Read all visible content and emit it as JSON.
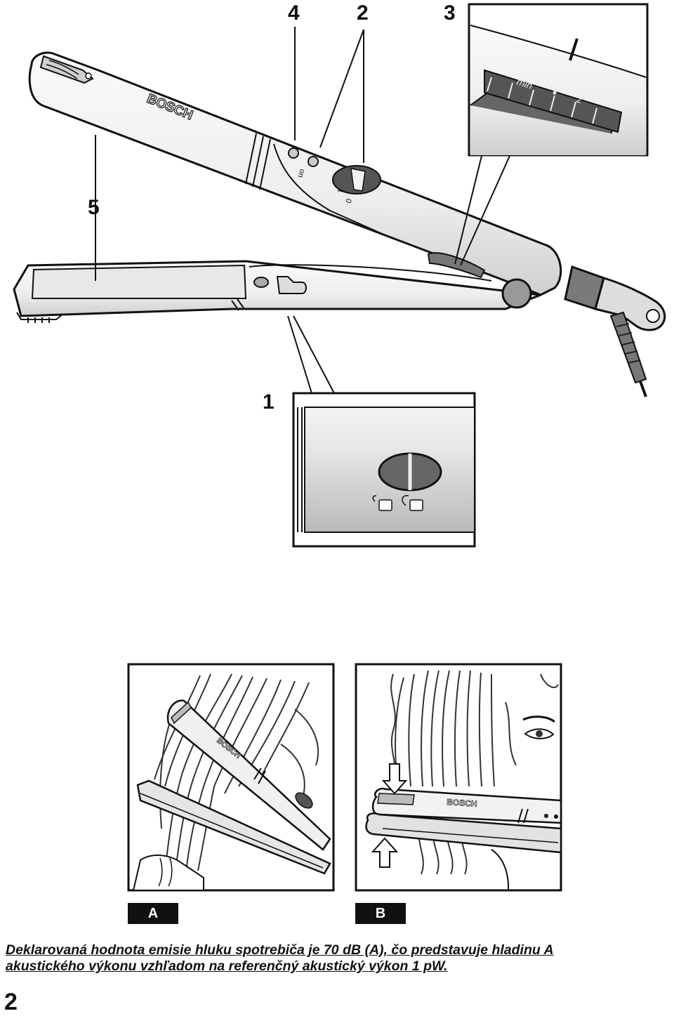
{
  "figure_1": {
    "callouts": {
      "c1": "1",
      "c2": "2",
      "c3": "3",
      "c4": "4",
      "c5": "5"
    },
    "brand": "BOSCH",
    "switch_text": {
      "on": "on",
      "one": "1",
      "zero": "0"
    },
    "dial_text": {
      "min": "min",
      "two": "2"
    }
  },
  "figure_2": {
    "panel_a_label": "A",
    "panel_b_label": "B",
    "brand_a": "BOSCH",
    "brand_b": "BOSCH"
  },
  "notice": {
    "line1": "Deklarovaná hodnota emisie hluku spotrebiča je 70 dB (A), čo predstavuje hladinu A",
    "line2": "akustického výkonu vzhľadom na referenčný akustický výkon 1 pW."
  },
  "page_number": "2",
  "colors": {
    "ink": "#111111",
    "body": "#f2f2f2",
    "shade": "#c8c8c8",
    "dark": "#555555"
  }
}
